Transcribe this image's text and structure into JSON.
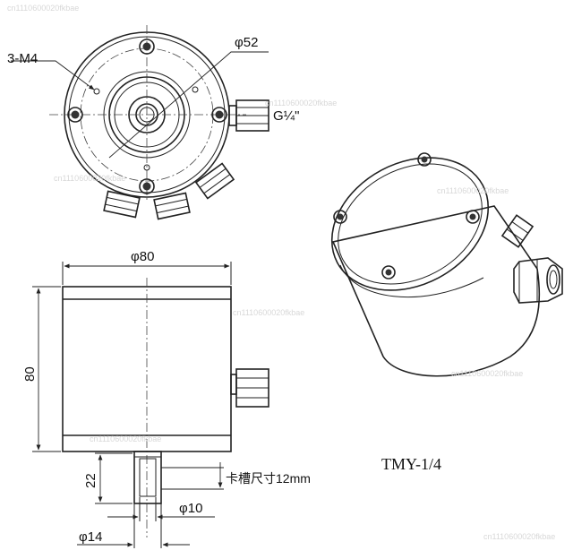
{
  "top_view": {
    "hole_callout": "3-M4",
    "diameter_label": "φ52",
    "port_label": "G¼\""
  },
  "front_view": {
    "width_label": "φ80",
    "height_label": "80",
    "stem_length_label": "22",
    "slot_label": "卡槽尺寸12mm",
    "stem_diameter_label": "φ10",
    "stem_outer_label": "φ14"
  },
  "model_label": "TMY-1/4",
  "watermark": "cn1110600020fkbae"
}
